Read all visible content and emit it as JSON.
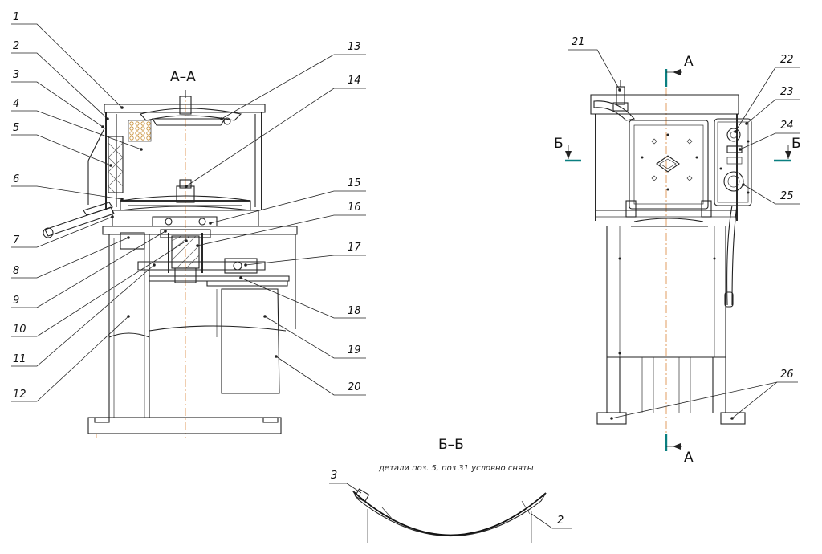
{
  "section_labels": {
    "aa_title": "А–А",
    "bb_title": "Б–Б",
    "cut_a_top": "А",
    "cut_a_bottom": "А",
    "cut_b_left": "Б",
    "cut_b_right": "Б"
  },
  "bb_note": "детали поз. 5, поз 31 условно сняты",
  "callouts": {
    "n1": "1",
    "n2": "2",
    "n3": "3",
    "n4": "4",
    "n5": "5",
    "n6": "6",
    "n7": "7",
    "n8": "8",
    "n9": "9",
    "n10": "10",
    "n11": "11",
    "n12": "12",
    "n13": "13",
    "n14": "14",
    "n15": "15",
    "n16": "16",
    "n17": "17",
    "n18": "18",
    "n19": "19",
    "n20": "20",
    "n21": "21",
    "n22": "22",
    "n23": "23",
    "n24": "24",
    "n25": "25",
    "n26": "26",
    "bb_n3": "3",
    "bb_n2": "2"
  },
  "colors": {
    "cut_plane": "#0a7f80",
    "axis_line": "#d9843a",
    "outline": "#222222"
  }
}
